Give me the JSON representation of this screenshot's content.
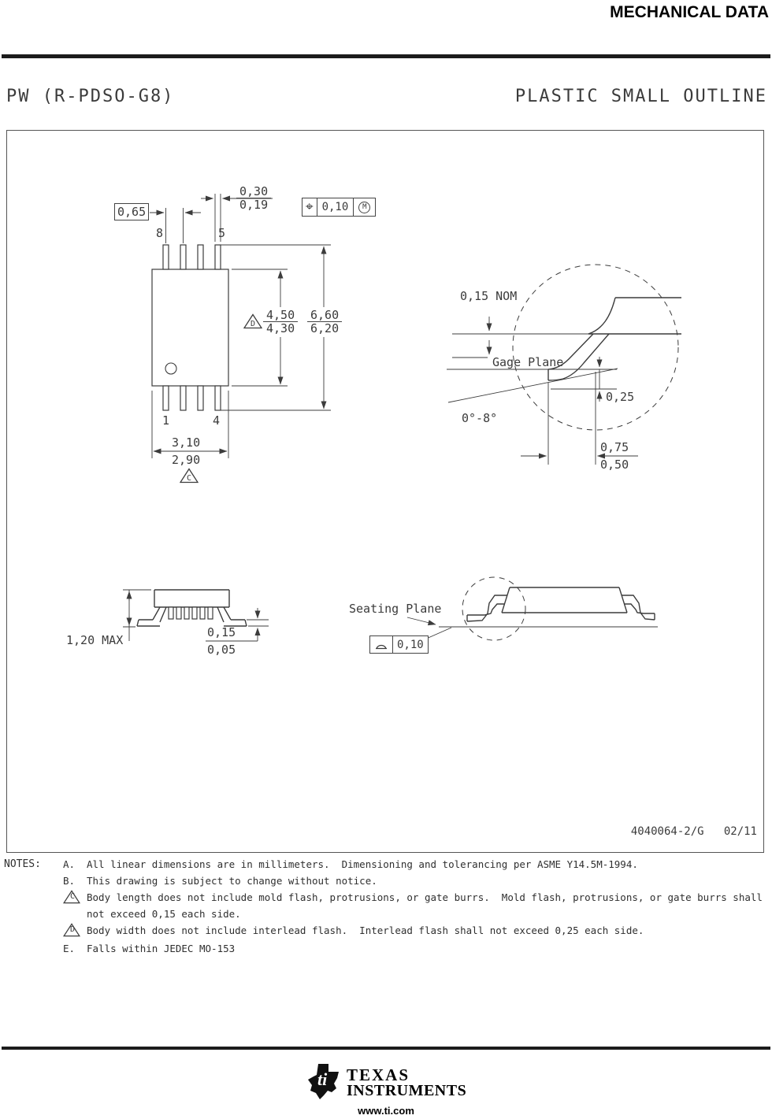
{
  "header": {
    "title": "MECHANICAL DATA",
    "package_code": "PW (R-PDSO-G8)",
    "package_type": "PLASTIC SMALL OUTLINE"
  },
  "drawing": {
    "pins": {
      "p8": "8",
      "p5": "5",
      "p1": "1",
      "p4": "4"
    },
    "dims": {
      "pitch": "0,65",
      "lead_width_max": "0,30",
      "lead_width_min": "0,19",
      "true_position": "0,10",
      "body_length_max": "4,50",
      "body_length_min": "4,30",
      "overall_width_max": "6,60",
      "overall_width_min": "6,20",
      "body_width_max": "3,10",
      "body_width_min": "2,90",
      "gage_offset_nom": "0,15 NOM",
      "gage_plane_label": "Gage Plane",
      "gage_to_seating": "0,25",
      "lead_angle": "0°-8°",
      "foot_length_max": "0,75",
      "foot_length_min": "0,50",
      "max_height": "1,20 MAX",
      "standoff_max": "0,15",
      "standoff_min": "0,05",
      "seating_plane_label": "Seating Plane",
      "seating_flatness": "0,10"
    },
    "symbols": {
      "position": "⌖",
      "material_condition": "M",
      "note_c": "C",
      "note_d": "D"
    },
    "doc_number": "4040064-2/G   02/11"
  },
  "notes": {
    "label": "NOTES:",
    "items": [
      {
        "marker": "A.",
        "text": "All linear dimensions are in millimeters.  Dimensioning and tolerancing per ASME Y14.5M-1994."
      },
      {
        "marker": "B.",
        "text": "This drawing is subject to change without notice."
      },
      {
        "marker": "C",
        "text": "Body length does not include mold flash, protrusions, or gate burrs.  Mold flash, protrusions, or gate burrs shall",
        "text2": "not exceed 0,15 each side."
      },
      {
        "marker": "D",
        "text": "Body width does not include interlead flash.  Interlead flash shall not exceed 0,25 each side."
      },
      {
        "marker": "E.",
        "text": "Falls within JEDEC MO-153"
      }
    ]
  },
  "footer": {
    "logo_mark": "ti",
    "brand_top": "TEXAS",
    "brand_bottom": "INSTRUMENTS",
    "website": "www.ti.com"
  }
}
